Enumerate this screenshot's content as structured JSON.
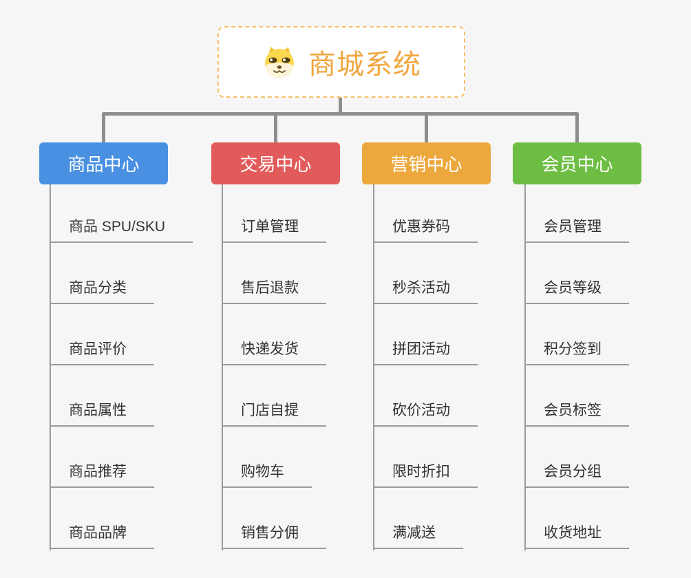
{
  "root": {
    "title": "商城系统",
    "icon": "dog-icon"
  },
  "colors": {
    "background": "#f6f6f6",
    "root_border": "#f6c06a",
    "root_text": "#f1a63e",
    "connector": "#8e8e8e",
    "leaf_line": "#9a9a9a",
    "leaf_text": "#333333",
    "branch_text": "#ffffff"
  },
  "branches": [
    {
      "label": "商品中心",
      "color": "#4990e2",
      "children": [
        "商品 SPU/SKU",
        "商品分类",
        "商品评价",
        "商品属性",
        "商品推荐",
        "商品品牌"
      ]
    },
    {
      "label": "交易中心",
      "color": "#e25b5b",
      "children": [
        "订单管理",
        "售后退款",
        "快递发货",
        "门店自提",
        "购物车",
        "销售分佣"
      ]
    },
    {
      "label": "营销中心",
      "color": "#eda83d",
      "children": [
        "优惠券码",
        "秒杀活动",
        "拼团活动",
        "砍价活动",
        "限时折扣",
        "满减送"
      ]
    },
    {
      "label": "会员中心",
      "color": "#6ebe44",
      "children": [
        "会员管理",
        "会员等级",
        "积分签到",
        "会员标签",
        "会员分组",
        "收货地址"
      ]
    }
  ]
}
